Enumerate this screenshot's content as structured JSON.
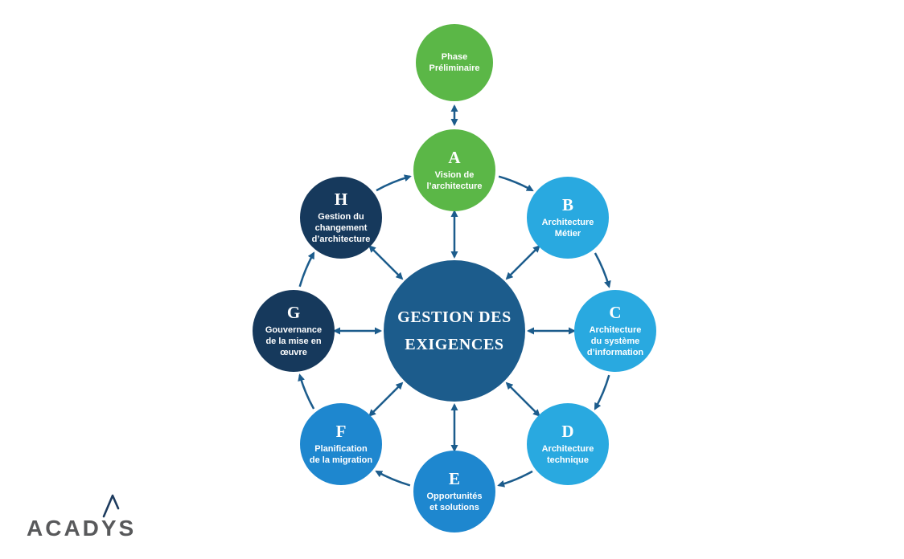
{
  "diagram": {
    "center": {
      "label": "GESTION DES\nEXIGENCES",
      "color": "#1c5c8c"
    },
    "preliminary": {
      "label": "Phase\nPréliminaire",
      "color": "#5bb747"
    },
    "phases": [
      {
        "letter": "A",
        "label": "Vision de\nl’architecture",
        "color": "#5bb747"
      },
      {
        "letter": "B",
        "label": "Architecture\nMétier",
        "color": "#29a9e0"
      },
      {
        "letter": "C",
        "label": "Architecture\ndu système\nd’information",
        "color": "#29a9e0"
      },
      {
        "letter": "D",
        "label": "Architecture\ntechnique",
        "color": "#29a9e0"
      },
      {
        "letter": "E",
        "label": "Opportunités\net solutions",
        "color": "#1e87cf"
      },
      {
        "letter": "F",
        "label": "Planification\nde la migration",
        "color": "#1e87cf"
      },
      {
        "letter": "G",
        "label": "Gouvernance\nde la mise en\nœuvre",
        "color": "#16395c"
      },
      {
        "letter": "H",
        "label": "Gestion du\nchangement\nd’architecture",
        "color": "#16395c"
      }
    ],
    "arrow_color": "#1c5c8c"
  },
  "logo": {
    "text": "ACADYS",
    "text_color": "#58595b",
    "mark_color": "#1d3b5e"
  }
}
